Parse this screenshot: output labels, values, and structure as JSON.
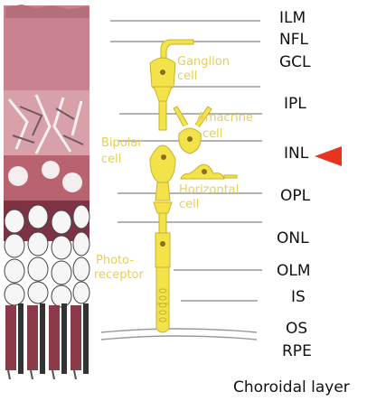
{
  "colors": {
    "background": "#ffffff",
    "tissue_pink": "#c9838e",
    "tissue_dark": "#8b3a49",
    "neuron_yellow": "#f2e34a",
    "neuron_label": "#e6cf55",
    "rule_gray": "#9a9a9a",
    "arrow_red": "#e8341f"
  },
  "cell_labels": {
    "ganglion": [
      "Ganglion",
      "cell"
    ],
    "amacrine": [
      "Amacrine",
      "cell"
    ],
    "bipolar": [
      "Bipolar",
      "cell"
    ],
    "horizontal": [
      "Horizontal",
      "cell"
    ],
    "photoreceptor": [
      "Photo-",
      "receptor"
    ]
  },
  "layers": [
    {
      "id": "ilm",
      "label": "ILM"
    },
    {
      "id": "nfl",
      "label": "NFL"
    },
    {
      "id": "gcl",
      "label": "GCL"
    },
    {
      "id": "ipl",
      "label": "IPL"
    },
    {
      "id": "inl",
      "label": "INL",
      "highlighted": true
    },
    {
      "id": "opl",
      "label": "OPL"
    },
    {
      "id": "onl",
      "label": "ONL"
    },
    {
      "id": "olm",
      "label": "OLM"
    },
    {
      "id": "is",
      "label": "IS"
    },
    {
      "id": "os",
      "label": "OS"
    },
    {
      "id": "rpe",
      "label": "RPE"
    },
    {
      "id": "choroid",
      "label": "Choroidal layer"
    }
  ],
  "highlight_arrow": {
    "color": "#e8341f",
    "points_to": "INL"
  }
}
